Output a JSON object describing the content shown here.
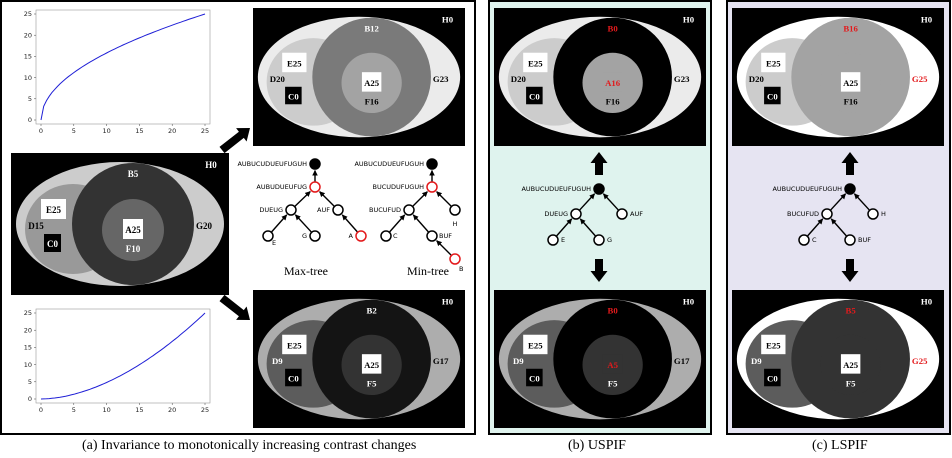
{
  "panel_a": {
    "caption": "(a) Invariance to monotonically increasing contrast changes",
    "plots": [
      {
        "curve": "concave",
        "x_ticks": [
          "0",
          "5",
          "10",
          "15",
          "20",
          "25"
        ],
        "y_ticks": [
          "0",
          "5",
          "10",
          "15",
          "20",
          "25"
        ],
        "line_color": "#1f1fd6"
      },
      {
        "curve": "convex",
        "x_ticks": [
          "0",
          "5",
          "10",
          "15",
          "20",
          "25"
        ],
        "y_ticks": [
          "0",
          "5",
          "10",
          "15",
          "20",
          "25"
        ],
        "line_color": "#1f1fd6"
      }
    ],
    "original_image": {
      "labels": {
        "H": "H0",
        "B": "B5",
        "G": "G20",
        "E": "E25",
        "D": "D15",
        "C": "C0",
        "A": "A25",
        "F": "F10"
      }
    },
    "top_image": {
      "labels": {
        "H": "H0",
        "B": "B12",
        "G": "G23",
        "E": "E25",
        "D": "D20",
        "C": "C0",
        "A": "A25",
        "F": "F16"
      }
    },
    "bottom_image": {
      "labels": {
        "H": "H0",
        "B": "B2",
        "G": "G17",
        "E": "E25",
        "D": "D9",
        "C": "C0",
        "A": "A25",
        "F": "F5"
      }
    },
    "max_tree": {
      "title": "Max-tree",
      "nodes": {
        "root": "AUBUCUDUEUFUGUH",
        "n1": "AUBUDUEUFUG",
        "n2": "DUEUG",
        "n3": "AUF",
        "n4": "E",
        "n5": "G",
        "n6": "A"
      }
    },
    "min_tree": {
      "title": "Min-tree",
      "nodes": {
        "root": "AUBUCUDUEUFUGUH",
        "n1": "BUCUDUFUGUH",
        "n2": "BUCUFUD",
        "n3": "H",
        "n4": "C",
        "n5": "BUF",
        "n6": "B"
      }
    }
  },
  "panel_b": {
    "caption": "(b) USPIF",
    "top_image": {
      "labels": {
        "H": "H0",
        "B": "B0",
        "G": "G23",
        "E": "E25",
        "D": "D20",
        "C": "C0",
        "A": "A16",
        "F": "F16"
      }
    },
    "bottom_image": {
      "labels": {
        "H": "H0",
        "B": "B0",
        "G": "G17",
        "E": "E25",
        "D": "D9",
        "C": "C0",
        "A": "A5",
        "F": "F5"
      }
    },
    "tree": {
      "nodes": {
        "root": "AUBUCUDUEUFUGUH",
        "n1": "DUEUG",
        "n2": "AUF",
        "n3": "E",
        "n4": "G"
      }
    }
  },
  "panel_c": {
    "caption": "(c) LSPIF",
    "top_image": {
      "labels": {
        "H": "H0",
        "B": "B16",
        "G": "G25",
        "E": "E25",
        "D": "D20",
        "C": "C0",
        "A": "A25",
        "F": "F16"
      }
    },
    "bottom_image": {
      "labels": {
        "H": "H0",
        "B": "B5",
        "G": "G25",
        "E": "E25",
        "D": "D9",
        "C": "C0",
        "A": "A25",
        "F": "F5"
      }
    },
    "tree": {
      "nodes": {
        "root": "AUBUCUDUEUFUGUH",
        "n1": "BUCUFUD",
        "n2": "H",
        "n3": "C",
        "n4": "BUF"
      }
    }
  },
  "colors": {
    "highlight": "#e31a1c",
    "panel_b_bg": "#dff3ee",
    "panel_c_bg": "#e6e4f2",
    "frame": "#000000"
  }
}
